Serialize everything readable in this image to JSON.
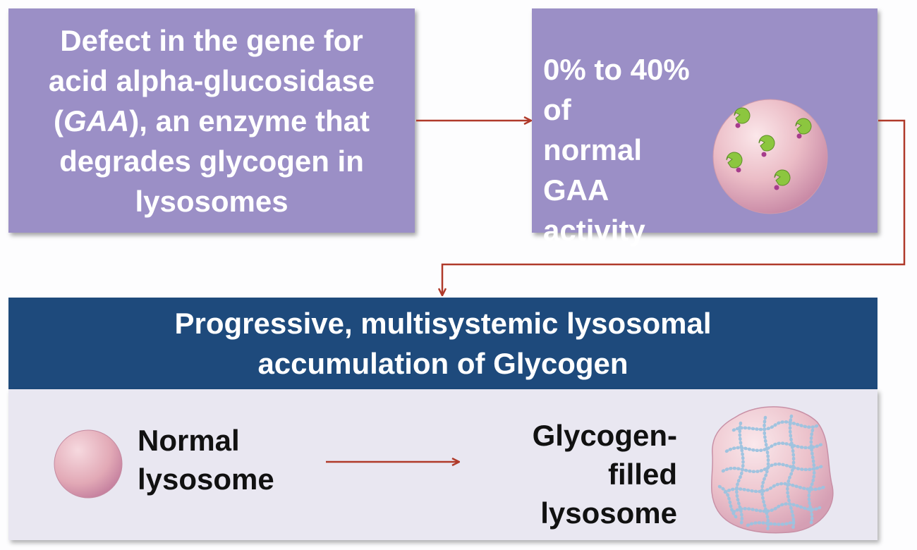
{
  "defect_box": {
    "line1": "Defect in the gene for",
    "line2": "acid alpha-glucosidase",
    "paren_open": "(",
    "gene_abbrev": "GAA",
    "line3_rest": "), an enzyme that",
    "line4": "degrades glycogen in",
    "line5": "lysosomes"
  },
  "activity_box": {
    "line1": "0% to 40% of",
    "line2": "normal",
    "line3": "GAA",
    "line4": "activity"
  },
  "banner": {
    "line1": "Progressive, multisystemic lysosomal",
    "line2": "accumulation of Glycogen"
  },
  "comparison": {
    "normal_line1": "Normal",
    "normal_line2": "lysosome",
    "filled_line1": "Glycogen-",
    "filled_line2": "filled",
    "filled_line3": "lysosome"
  },
  "colors": {
    "box_fill": "#9b8fc6",
    "banner_fill": "#1e4a7c",
    "arrow": "#b03a2a",
    "panel_fill": "#e9e7f1",
    "lysosome_pink": "#e7b3bc",
    "enzyme_green": "#8cc63f",
    "substrate_purple": "#a63c8c",
    "glycogen_blue": "#9cc3e0"
  },
  "icons": [
    "lysosome-with-enzymes-icon",
    "normal-lysosome-icon",
    "glycogen-filled-lysosome-icon"
  ]
}
